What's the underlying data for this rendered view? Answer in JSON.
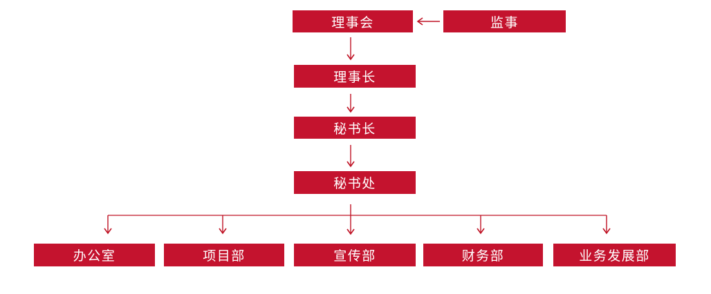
{
  "diagram": {
    "type": "org-chart",
    "colors": {
      "node_fill": "#c4132e",
      "node_text": "#ffffff",
      "connector": "#bf1123",
      "background": "#ffffff"
    },
    "nodes": [
      {
        "id": "board",
        "label": "理事会"
      },
      {
        "id": "supervisor",
        "label": "监事"
      },
      {
        "id": "chairman",
        "label": "理事长"
      },
      {
        "id": "secretary_general",
        "label": "秘书长"
      },
      {
        "id": "secretariat",
        "label": "秘书处"
      },
      {
        "id": "office",
        "label": "办公室"
      },
      {
        "id": "project_dept",
        "label": "项目部"
      },
      {
        "id": "publicity_dept",
        "label": "宣传部"
      },
      {
        "id": "finance_dept",
        "label": "财务部"
      },
      {
        "id": "business_dev_dept",
        "label": "业务发展部"
      }
    ],
    "edges": [
      {
        "from": "supervisor",
        "to": "board",
        "style": "arrow-left"
      },
      {
        "from": "board",
        "to": "chairman",
        "style": "arrow-down"
      },
      {
        "from": "chairman",
        "to": "secretary_general",
        "style": "arrow-down"
      },
      {
        "from": "secretary_general",
        "to": "secretariat",
        "style": "arrow-down"
      },
      {
        "from": "secretariat",
        "to": "office",
        "style": "arrow-down"
      },
      {
        "from": "secretariat",
        "to": "project_dept",
        "style": "arrow-down"
      },
      {
        "from": "secretariat",
        "to": "publicity_dept",
        "style": "arrow-down"
      },
      {
        "from": "secretariat",
        "to": "finance_dept",
        "style": "arrow-down"
      },
      {
        "from": "secretariat",
        "to": "business_dev_dept",
        "style": "arrow-down"
      }
    ]
  }
}
